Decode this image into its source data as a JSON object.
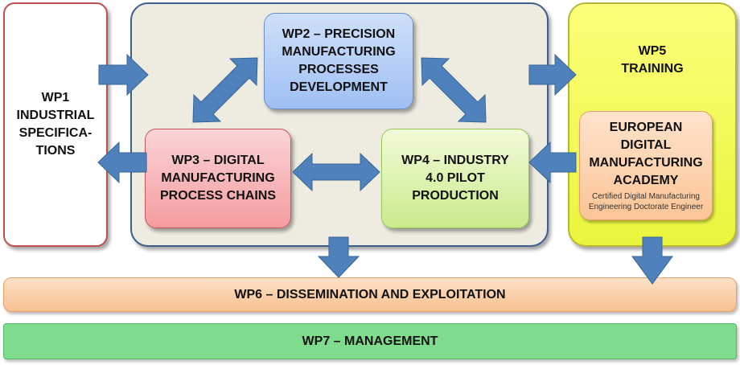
{
  "wp1": {
    "lines": [
      "WP1",
      "INDUSTRIAL",
      "SPECIFICA-",
      "TIONS"
    ]
  },
  "wp2": {
    "lines": [
      "WP2 – PRECISION",
      "MANUFACTURING",
      "PROCESSES",
      "DEVELOPMENT"
    ]
  },
  "wp3": {
    "lines": [
      "WP3 – DIGITAL",
      "MANUFACTURING",
      "PROCESS CHAINS"
    ]
  },
  "wp4": {
    "lines": [
      "WP4 – INDUSTRY",
      "4.0 PILOT",
      "PRODUCTION"
    ]
  },
  "wp5": {
    "lines": [
      "WP5",
      "TRAINING"
    ]
  },
  "academy": {
    "lines": [
      "EUROPEAN",
      "DIGITAL",
      "MANUFACTURING",
      "ACADEMY"
    ],
    "sub_lines": [
      "Certified Digital Manufacturing",
      "Engineering Doctorate Engineer"
    ]
  },
  "wp6": {
    "label": "WP6 – DISSEMINATION AND EXPLOITATION"
  },
  "wp7": {
    "label": "WP7 – MANAGEMENT"
  },
  "colors": {
    "arrow": "#4f81bd",
    "wp2_fill": "#9fc0f3",
    "wp3_fill": "#f49ca0",
    "wp4_fill": "#c9eb8c",
    "wp5_fill": "#e9f53c",
    "academy_fill": "#fcc596",
    "wp6_fill": "#f7c191",
    "wp7_fill": "#7fdc8c",
    "core_fill": "#eeece1"
  }
}
